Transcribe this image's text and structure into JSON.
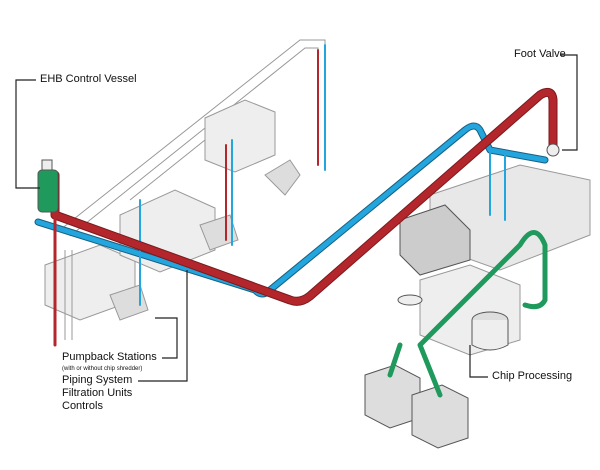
{
  "labels": {
    "ehb_control_vessel": "EHB Control Vessel",
    "foot_valve": "Foot Valve",
    "pumpback_stations": "Pumpback Stations",
    "pumpback_note": "(with or without chip shredder)",
    "piping_system": "Piping System",
    "filtration_units": "Filtration Units",
    "controls": "Controls",
    "chip_processing": "Chip Processing"
  },
  "colors": {
    "supply_pipe": "#b3262c",
    "return_pipe": "#22a6dd",
    "chip_pipe": "#1f9a5c",
    "vessel": "#1f9a5c",
    "machine_fill": "#eeeeee",
    "outline": "#888888"
  }
}
